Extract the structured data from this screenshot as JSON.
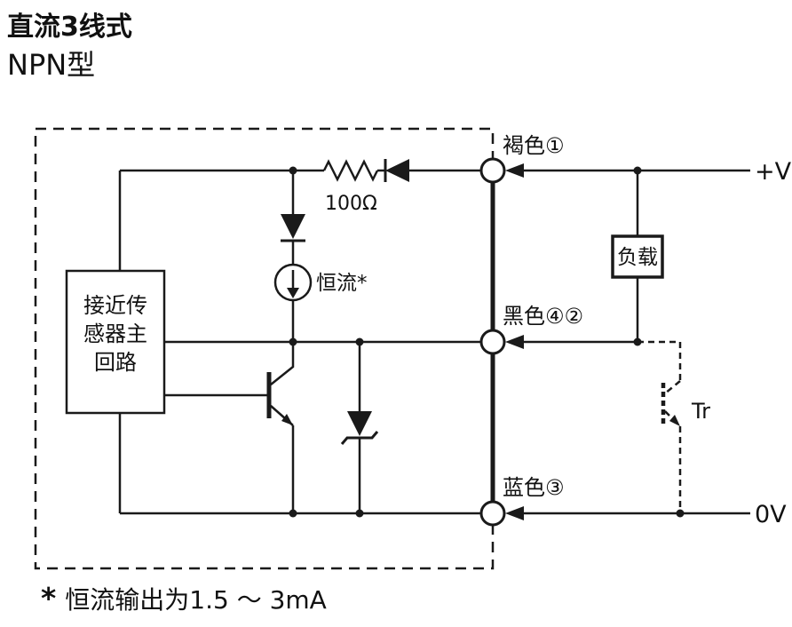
{
  "page": {
    "title": "直流3线式",
    "subtitle": "NPN型"
  },
  "labels": {
    "main_circuit_line1": "接近传",
    "main_circuit_line2": "感器主",
    "main_circuit_line3": "回路",
    "resistor": "100Ω",
    "constant_current": "恒流*",
    "load": "负载",
    "external_transistor": "Tr",
    "terminal_brown": "褐色①",
    "terminal_black": "黑色④②",
    "terminal_blue": "蓝色③",
    "supply_positive": "+V",
    "supply_negative": "0V"
  },
  "footnote": {
    "star": "*",
    "text": "恒流输出为1.5 ～ 3mA"
  },
  "colors": {
    "title_blue": "#0070C0",
    "line": "#1a1a1a",
    "background": "#ffffff"
  }
}
